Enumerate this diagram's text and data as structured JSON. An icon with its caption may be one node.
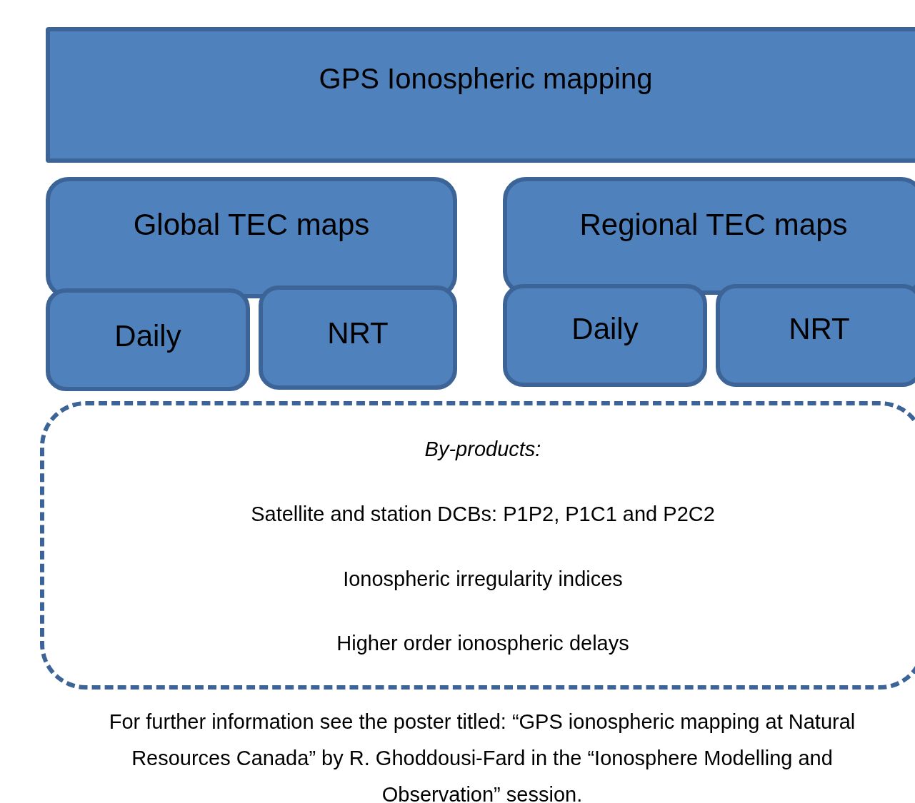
{
  "diagram": {
    "caption": "For further information see the poster titled: “GPS ionospheric mapping at Natural Resources Canada” by R. Ghoddousi-Fard in the “Ionosphere Modelling and Observation” session.",
    "nodes": [
      {
        "text": [
          "GPS Ionospheric mapping"
        ]
      },
      {
        "text": [
          "Global TEC maps"
        ]
      },
      {
        "text": [
          "Daily"
        ]
      },
      {
        "text": [
          "NRT"
        ]
      },
      {
        "text": [
          "Regional TEC maps"
        ]
      },
      {
        "text": [
          "Daily"
        ]
      },
      {
        "text": [
          "NRT"
        ]
      },
      {
        "text": [
          "By-products:",
          "Satellite and station DCBs: P1P2, P1C1 and P2C2",
          "Ionospheric irregularity indices",
          "Higher order ionospheric delays"
        ]
      }
    ],
    "edges": []
  }
}
